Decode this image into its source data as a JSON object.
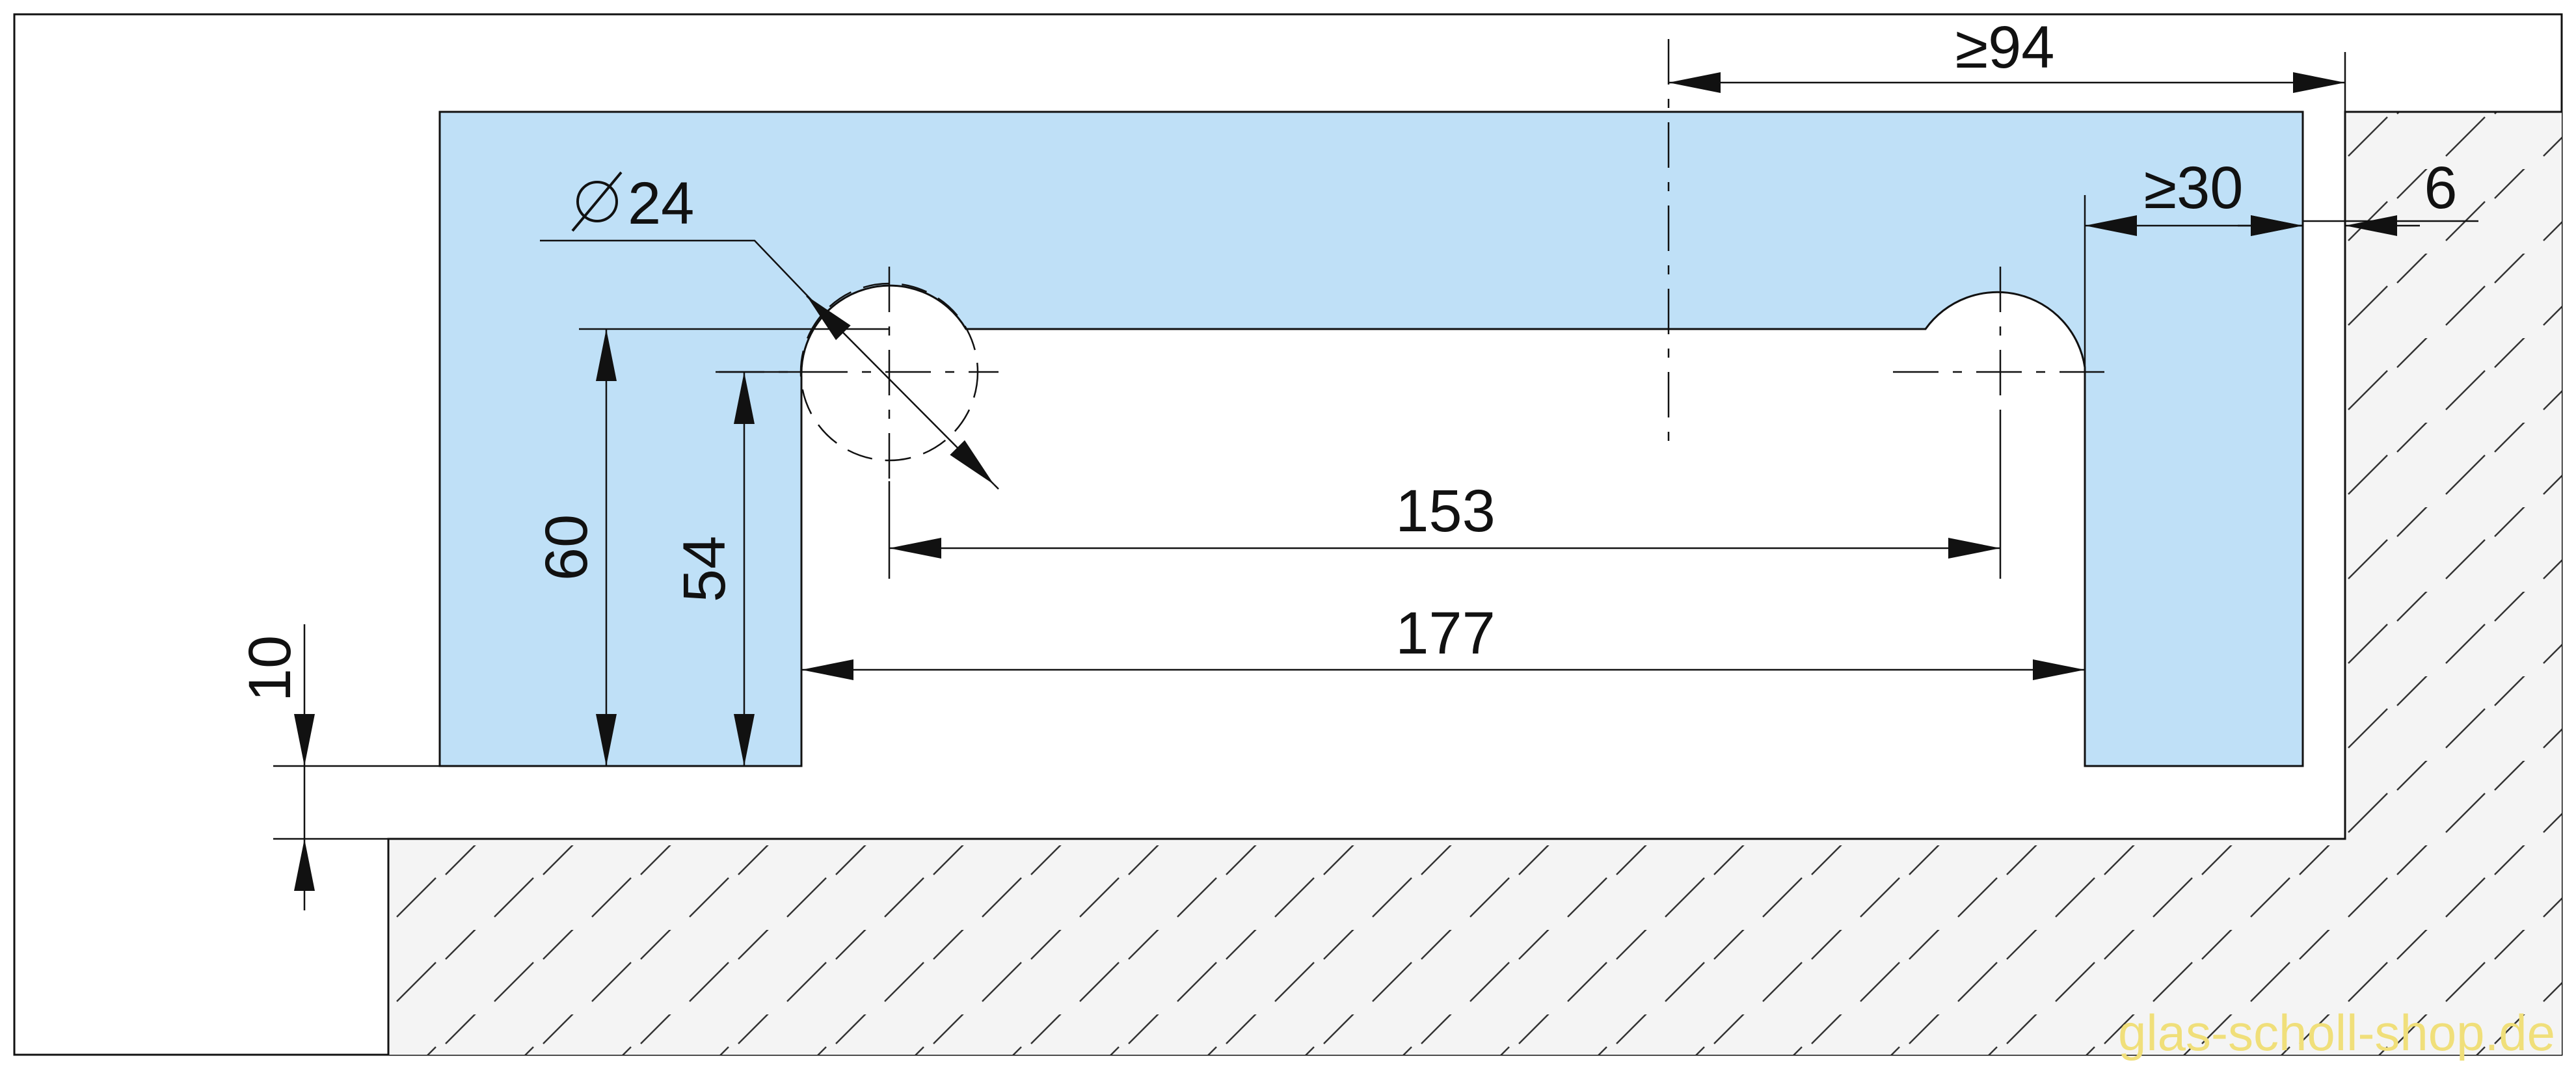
{
  "colors": {
    "glass_fill": "#bfe0f7",
    "line": "#111111",
    "hatch": "#333333",
    "watermark": "#f0df7a"
  },
  "dimensions": {
    "d_hole": "24",
    "width_min_right": "≥94",
    "width_min_small": "≥30",
    "gap": "6",
    "hole_spacing": "153",
    "cutout_width": "177",
    "height_outer": "60",
    "height_inner": "54",
    "base_offset": "10"
  },
  "watermark": "glas-scholl-shop.de"
}
